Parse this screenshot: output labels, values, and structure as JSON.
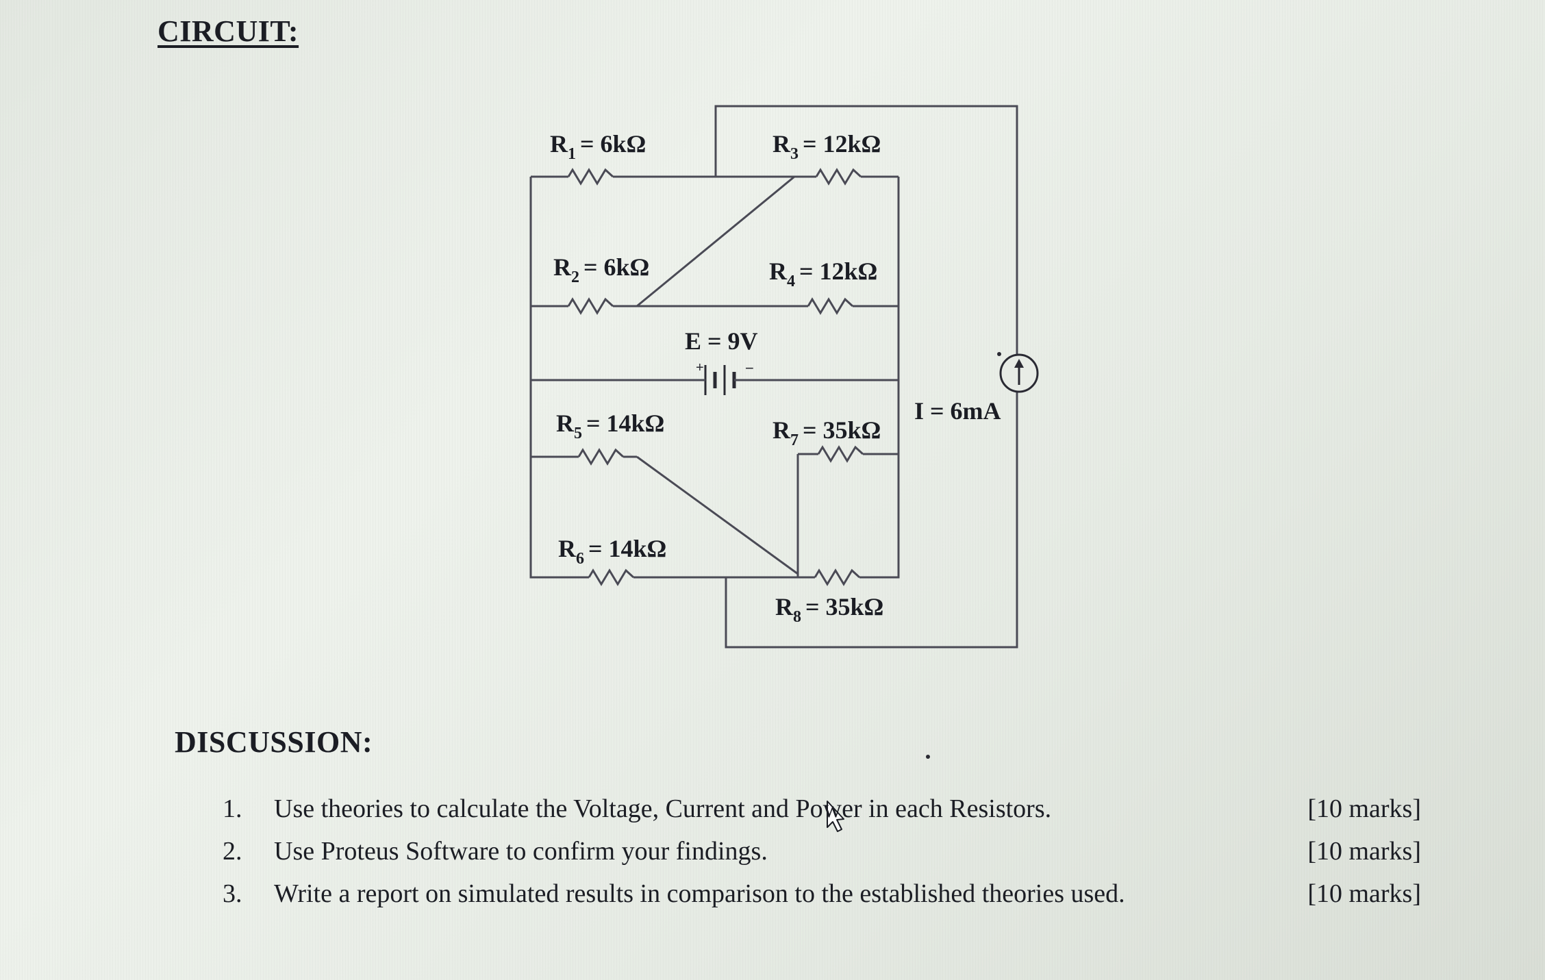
{
  "circuit_heading": "CIRCUIT:",
  "discussion_heading": "DISCUSSION:",
  "circuit": {
    "r1": {
      "name": "R",
      "sub": "1",
      "value": "= 6kΩ"
    },
    "r2": {
      "name": "R",
      "sub": "2",
      "value": "= 6kΩ"
    },
    "r3": {
      "name": "R",
      "sub": "3",
      "value": "= 12kΩ"
    },
    "r4": {
      "name": "R",
      "sub": "4",
      "value": "= 12kΩ"
    },
    "r5": {
      "name": "R",
      "sub": "5",
      "value": "= 14kΩ"
    },
    "r6": {
      "name": "R",
      "sub": "6",
      "value": "= 14kΩ"
    },
    "r7": {
      "name": "R",
      "sub": "7",
      "value": "= 35kΩ"
    },
    "r8": {
      "name": "R",
      "sub": "8",
      "value": "= 35kΩ"
    },
    "battery": "E = 9V",
    "current_source": "I = 6mA"
  },
  "questions": [
    {
      "num": "1.",
      "text": "Use theories to calculate the Voltage, Current and Power in each Resistors.",
      "marks": "[10 marks]"
    },
    {
      "num": "2.",
      "text": "Use Proteus Software to confirm your findings.",
      "marks": "[10 marks]"
    },
    {
      "num": "3.",
      "text": "Write a report on simulated results in comparison to the established theories used.",
      "marks": "[10 marks]"
    }
  ]
}
